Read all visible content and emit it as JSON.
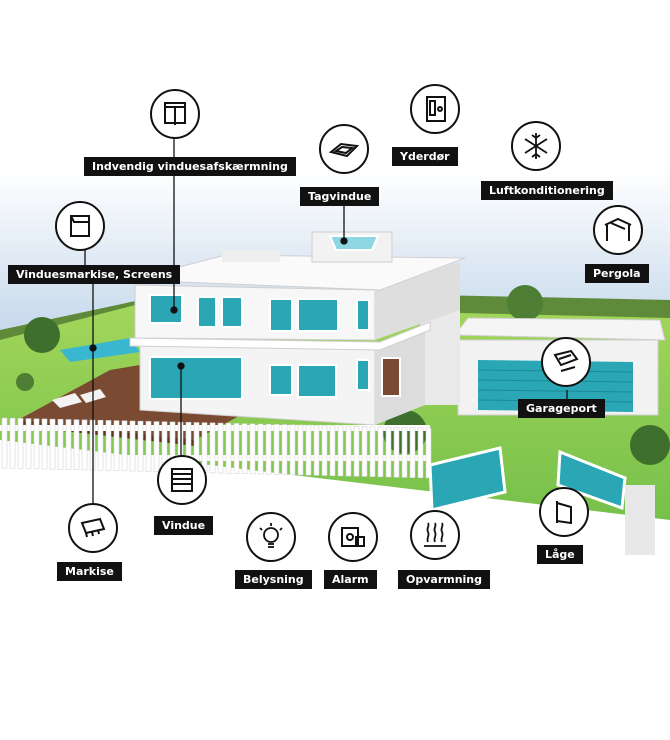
{
  "labels": {
    "indvendig": "Indvendig vinduesafskærmning",
    "vinduesmarkise": "Vinduesmarkise, Screens",
    "tagvindue": "Tagvindue",
    "yderdor": "Yderdør",
    "luftkonditionering": "Luftkonditionering",
    "pergola": "Pergola",
    "garageport": "Garageport",
    "vindue": "Vindue",
    "markise": "Markise",
    "belysning": "Belysning",
    "alarm": "Alarm",
    "opvarmning": "Opvarmning",
    "lage": "Låge"
  },
  "icons": {
    "indvendig": "interior-blind-icon",
    "vinduesmarkise": "window-awning-icon",
    "tagvindue": "roof-window-icon",
    "yderdor": "exterior-door-icon",
    "luftkonditionering": "snowflake-icon",
    "pergola": "pergola-icon",
    "garageport": "garage-door-icon",
    "vindue": "roller-shutter-icon",
    "markise": "awning-icon",
    "belysning": "light-bulb-icon",
    "alarm": "alarm-icon",
    "opvarmning": "heating-icon",
    "lage": "gate-icon"
  },
  "colors": {
    "accent": "#2aa6b5",
    "label_bg": "#111111",
    "lawn": "#8fcf4d",
    "deck": "#7a4a32"
  }
}
